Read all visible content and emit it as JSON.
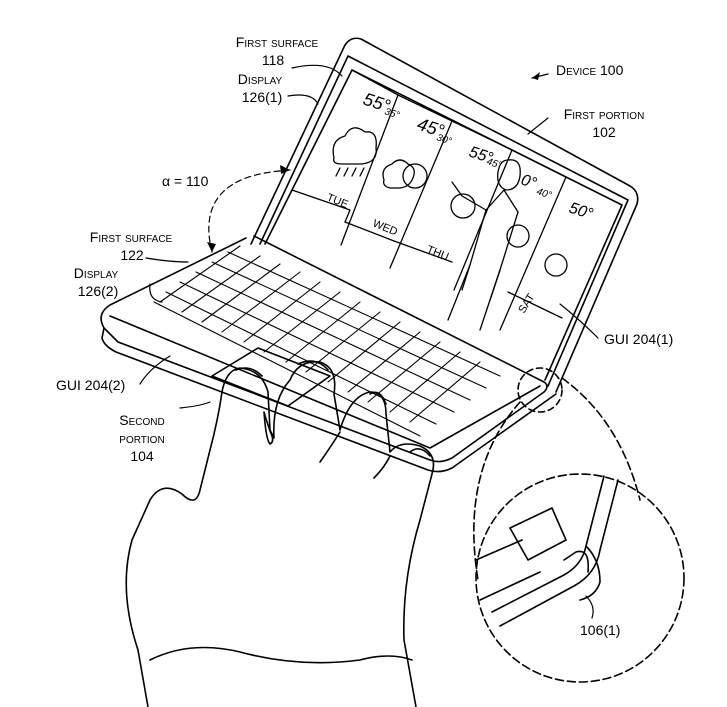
{
  "labels": {
    "first_surface_top": "First surface",
    "ref_118": "118",
    "display_top": "Display",
    "ref_126_1": "126(1)",
    "device": "Device 100",
    "first_portion": "First portion",
    "ref_102": "102",
    "alpha": "α = 110",
    "first_surface_bottom": "First surface",
    "ref_122": "122",
    "display_bottom": "Display",
    "ref_126_2": "126(2)",
    "gui_1": "GUI 204(1)",
    "gui_2": "GUI 204(2)",
    "second_portion_a": "Second",
    "second_portion_b": "portion",
    "ref_104": "104",
    "hinge": "106(1)"
  },
  "weather": {
    "temps": [
      "55°",
      "35°",
      "45°",
      "30°",
      "55°",
      "45°",
      "0°",
      "40°",
      "50°"
    ],
    "days": [
      "TUE",
      "WED",
      "THU",
      "SAT"
    ]
  }
}
